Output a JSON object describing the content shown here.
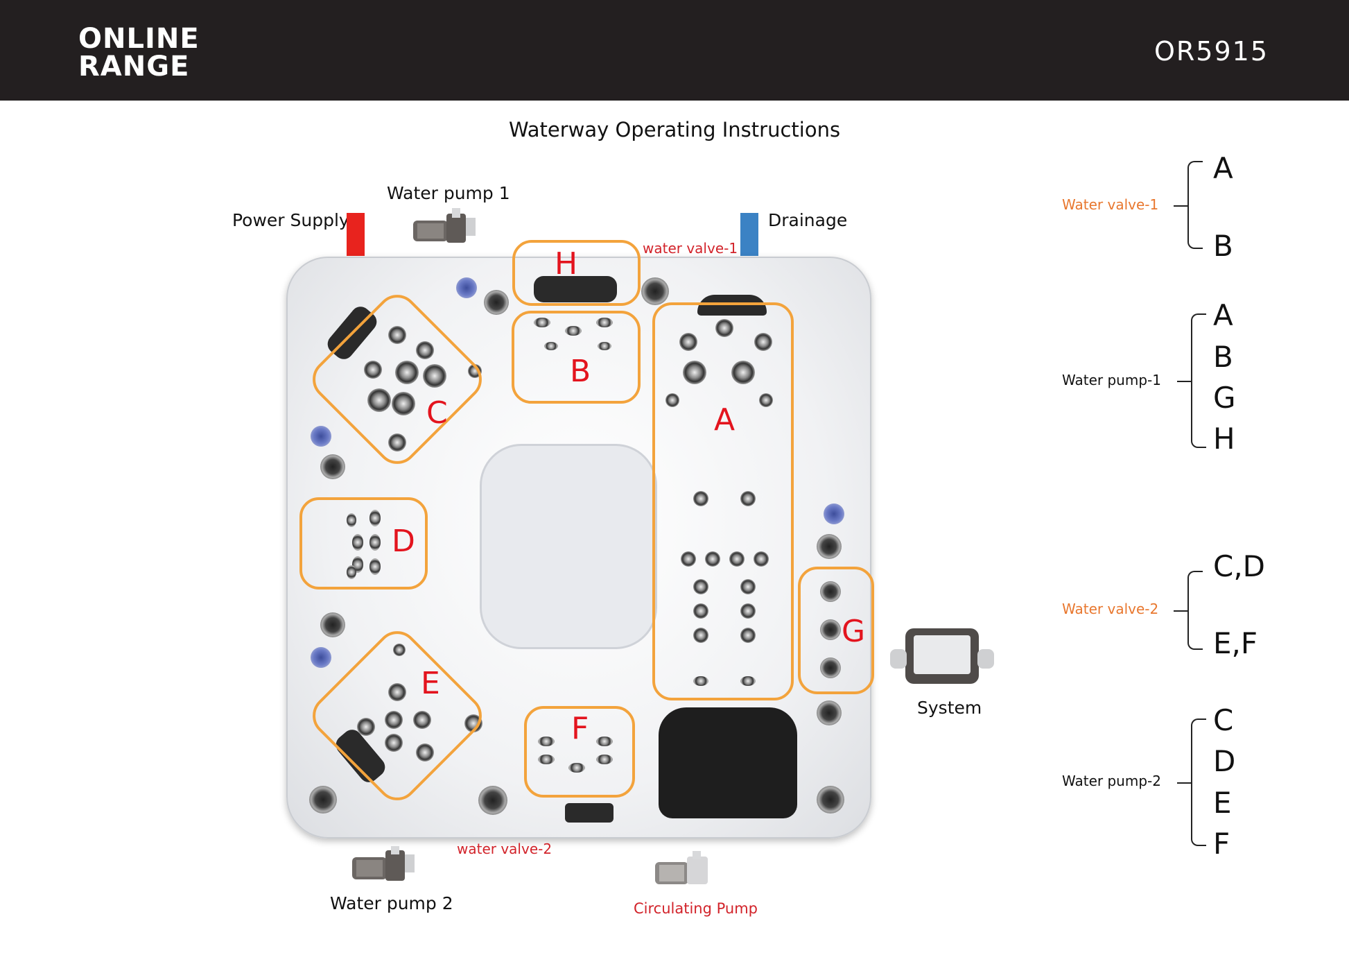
{
  "header": {
    "logo_line1": "ONLINE",
    "logo_line2": "RANGE",
    "model": "OR5915"
  },
  "title": "Waterway Operating Instructions",
  "labels": {
    "power_supply": "Power Supply",
    "water_pump_1": "Water pump 1",
    "drainage": "Drainage",
    "water_valve_1": "water valve-1",
    "water_valve_2": "water valve-2",
    "water_pump_2": "Water pump 2",
    "circulating_pump": "Circulating Pump",
    "system": "System"
  },
  "zones": {
    "a": "A",
    "b": "B",
    "c": "C",
    "d": "D",
    "e": "E",
    "f": "F",
    "g": "G",
    "h": "H"
  },
  "legend": {
    "valve1": {
      "label": "Water valve-1",
      "top": "A",
      "bottom": "B"
    },
    "pump1": {
      "label": "Water pump-1",
      "items": [
        "A",
        "B",
        "G",
        "H"
      ]
    },
    "valve2": {
      "label": "Water valve-2",
      "top": "C,D",
      "bottom": "E,F"
    },
    "pump2": {
      "label": "Water pump-2",
      "items": [
        "C",
        "D",
        "E",
        "F"
      ]
    }
  },
  "colors": {
    "header_bg": "#231f20",
    "zone_outline": "#f3a33c",
    "zone_letter": "#e3141e",
    "power_bar": "#e8231e",
    "drain_bar": "#3b82c4",
    "valve_label": "#e8772e"
  }
}
